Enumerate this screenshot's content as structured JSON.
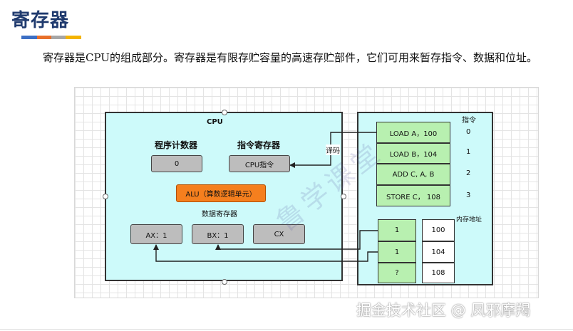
{
  "header": {
    "title": "寄存器",
    "bar_colors": [
      "#3c6fc4",
      "#e8702a",
      "#a6a6a6",
      "#f4b400"
    ]
  },
  "description": "寄存器是CPU的组成部分。寄存器是有限存贮容量的高速存贮部件，它们可用来暂存指令、数据和位址。",
  "diagram": {
    "cpu_label": "CPU",
    "program_counter_label": "程序计数器",
    "program_counter_value": "0",
    "instruction_register_label": "指令寄存器",
    "instruction_register_value": "CPU指令",
    "alu_label": "ALU（算数逻辑单元）",
    "data_registers_label": "数据寄存器",
    "registers": [
      "AX：1",
      "BX：1",
      "CX"
    ],
    "decode_label": "译码",
    "instructions_label": "指令",
    "instructions": [
      {
        "text": "LOAD A，100",
        "index": "0"
      },
      {
        "text": "LOAD B，104",
        "index": "1"
      },
      {
        "text": "ADD  C, A, B",
        "index": "2"
      },
      {
        "text": "STORE C， 108",
        "index": "3"
      }
    ],
    "memory_address_label": "内存地址",
    "memory": [
      {
        "value": "1",
        "address": "100"
      },
      {
        "value": "1",
        "address": "104"
      },
      {
        "value": "?",
        "address": "108"
      }
    ],
    "colors": {
      "panel": "#cdfafa",
      "register": "#bdbdbd",
      "alu": "#f57f1e",
      "memory_cell": "#b8f0b0"
    }
  },
  "watermark": "鲁学课堂",
  "footer": "掘金技术社区 @ 凤邪摩羯"
}
